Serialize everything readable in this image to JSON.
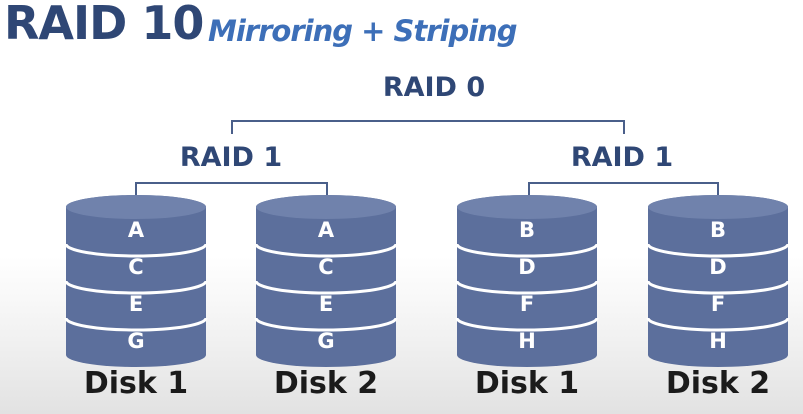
{
  "title": "RAID 10",
  "subtitle": "Mirroring + Striping",
  "top_level_label": "RAID 0",
  "mirror_groups": [
    {
      "label": "RAID 1",
      "disks": [
        {
          "label": "Disk 1",
          "blocks": [
            "A",
            "C",
            "E",
            "G"
          ]
        },
        {
          "label": "Disk 2",
          "blocks": [
            "A",
            "C",
            "E",
            "G"
          ]
        }
      ]
    },
    {
      "label": "RAID 1",
      "disks": [
        {
          "label": "Disk 1",
          "blocks": [
            "B",
            "D",
            "F",
            "H"
          ]
        },
        {
          "label": "Disk 2",
          "blocks": [
            "B",
            "D",
            "F",
            "H"
          ]
        }
      ]
    }
  ],
  "colors": {
    "title": "#2f4775",
    "subtitle": "#3d6fb8",
    "disk_body": "#5c6f9c",
    "disk_top": "#7082ac",
    "disk_divider": "#ffffff",
    "connector": "#4a5f8a"
  }
}
